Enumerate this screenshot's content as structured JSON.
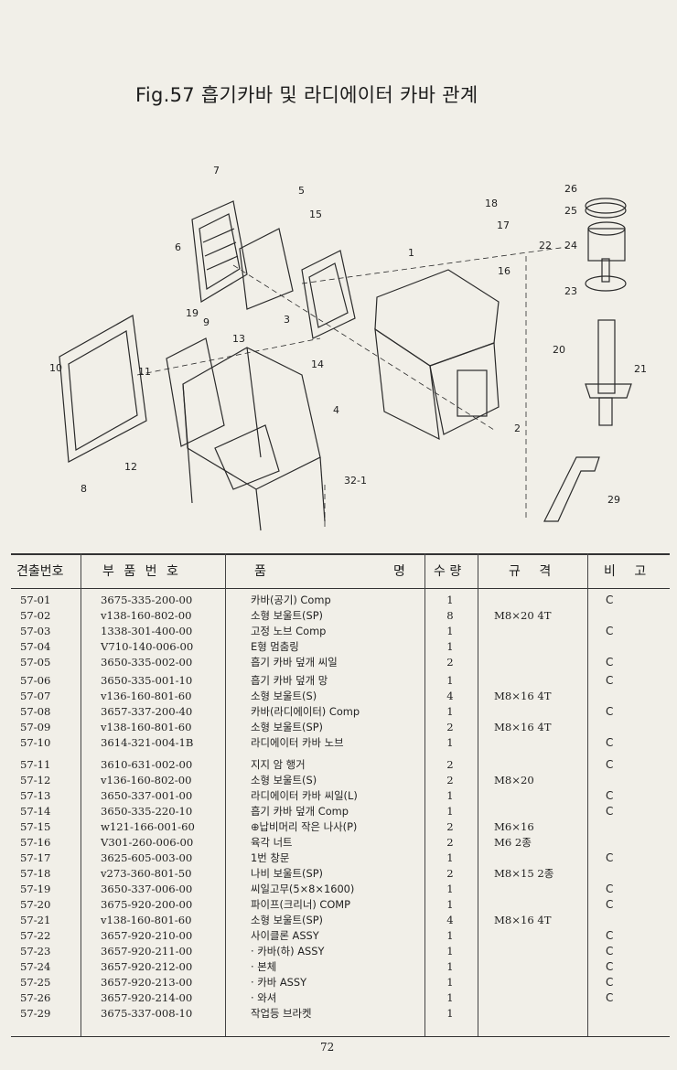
{
  "title": "Fig.57 흡기카바 및 라디에이터 카바 관계",
  "callouts": [
    "7",
    "5",
    "6",
    "15",
    "18",
    "17",
    "1",
    "16",
    "26",
    "25",
    "22",
    "24",
    "23",
    "3",
    "19",
    "9",
    "13",
    "14",
    "20",
    "21",
    "10",
    "11",
    "4",
    "2",
    "12",
    "8",
    "32-1",
    "29"
  ],
  "table": {
    "headers": {
      "no": "견출번호",
      "part": "부 품 번 호",
      "name_left": "품",
      "name_right": "명",
      "qty": "수 량",
      "spec": "규 격",
      "note": "비 고"
    },
    "rows": [
      {
        "no": "57-01",
        "part": "3675-335-200-00",
        "name": "카바(공기) Comp",
        "qty": "1",
        "spec": "",
        "note": "C"
      },
      {
        "no": "57-02",
        "part": "v138-160-802-00",
        "name": "소형 보울트(SP)",
        "qty": "8",
        "spec": "M8×20 4T",
        "note": ""
      },
      {
        "no": "57-03",
        "part": "1338-301-400-00",
        "name": "고정 노브 Comp",
        "qty": "1",
        "spec": "",
        "note": "C"
      },
      {
        "no": "57-04",
        "part": "V710-140-006-00",
        "name": "E형 멈춤링",
        "qty": "1",
        "spec": "",
        "note": ""
      },
      {
        "no": "57-05",
        "part": "3650-335-002-00",
        "name": "흡기 카바 덮개 씨일",
        "qty": "2",
        "spec": "",
        "note": "C"
      },
      {
        "no": "57-06",
        "part": "3650-335-001-10",
        "name": "흡기 카바 덮개 망",
        "qty": "1",
        "spec": "",
        "note": "C"
      },
      {
        "no": "57-07",
        "part": "v136-160-801-60",
        "name": "소형 보울트(S)",
        "qty": "4",
        "spec": "M8×16 4T",
        "note": ""
      },
      {
        "no": "57-08",
        "part": "3657-337-200-40",
        "name": "카바(라디에이터) Comp",
        "qty": "1",
        "spec": "",
        "note": "C"
      },
      {
        "no": "57-09",
        "part": "v138-160-801-60",
        "name": "소형 보울트(SP)",
        "qty": "2",
        "spec": "M8×16 4T",
        "note": ""
      },
      {
        "no": "57-10",
        "part": "3614-321-004-1B",
        "name": "라디에이터 카바 노브",
        "qty": "1",
        "spec": "",
        "note": "C"
      },
      {
        "no": "57-11",
        "part": "3610-631-002-00",
        "name": "지지 암 행거",
        "qty": "2",
        "spec": "",
        "note": "C"
      },
      {
        "no": "57-12",
        "part": "v136-160-802-00",
        "name": "소형 보울트(S)",
        "qty": "2",
        "spec": "M8×20",
        "note": ""
      },
      {
        "no": "57-13",
        "part": "3650-337-001-00",
        "name": "라디에이터 카바 씨일(L)",
        "qty": "1",
        "spec": "",
        "note": "C"
      },
      {
        "no": "57-14",
        "part": "3650-335-220-10",
        "name": "흡기 카바 덮개 Comp",
        "qty": "1",
        "spec": "",
        "note": "C"
      },
      {
        "no": "57-15",
        "part": "w121-166-001-60",
        "name": "⊕납비머리 작은 나사(P)",
        "qty": "2",
        "spec": "M6×16",
        "note": ""
      },
      {
        "no": "57-16",
        "part": "V301-260-006-00",
        "name": "육각 너트",
        "qty": "2",
        "spec": "M6 2종",
        "note": ""
      },
      {
        "no": "57-17",
        "part": "3625-605-003-00",
        "name": "1번 창문",
        "qty": "1",
        "spec": "",
        "note": "C"
      },
      {
        "no": "57-18",
        "part": "v273-360-801-50",
        "name": "나비 보울트(SP)",
        "qty": "2",
        "spec": "M8×15 2종",
        "note": ""
      },
      {
        "no": "57-19",
        "part": "3650-337-006-00",
        "name": "씨일고무(5×8×1600)",
        "qty": "1",
        "spec": "",
        "note": "C"
      },
      {
        "no": "57-20",
        "part": "3675-920-200-00",
        "name": "파이프(크리너) COMP",
        "qty": "1",
        "spec": "",
        "note": "C"
      },
      {
        "no": "57-21",
        "part": "v138-160-801-60",
        "name": "소형 보울트(SP)",
        "qty": "4",
        "spec": "M8×16 4T",
        "note": ""
      },
      {
        "no": "57-22",
        "part": "3657-920-210-00",
        "name": "사이클론 ASSY",
        "qty": "1",
        "spec": "",
        "note": "C"
      },
      {
        "no": "57-23",
        "part": "3657-920-211-00",
        "name": "· 카바(하) ASSY",
        "qty": "1",
        "spec": "",
        "note": "C"
      },
      {
        "no": "57-24",
        "part": "3657-920-212-00",
        "name": "· 본체",
        "qty": "1",
        "spec": "",
        "note": "C"
      },
      {
        "no": "57-25",
        "part": "3657-920-213-00",
        "name": "· 카바 ASSY",
        "qty": "1",
        "spec": "",
        "note": "C"
      },
      {
        "no": "57-26",
        "part": "3657-920-214-00",
        "name": "· 와셔",
        "qty": "1",
        "spec": "",
        "note": "C"
      },
      {
        "no": "57-29",
        "part": "3675-337-008-10",
        "name": "작업등 브라켓",
        "qty": "1",
        "spec": "",
        "note": ""
      }
    ]
  },
  "page_number": "72"
}
